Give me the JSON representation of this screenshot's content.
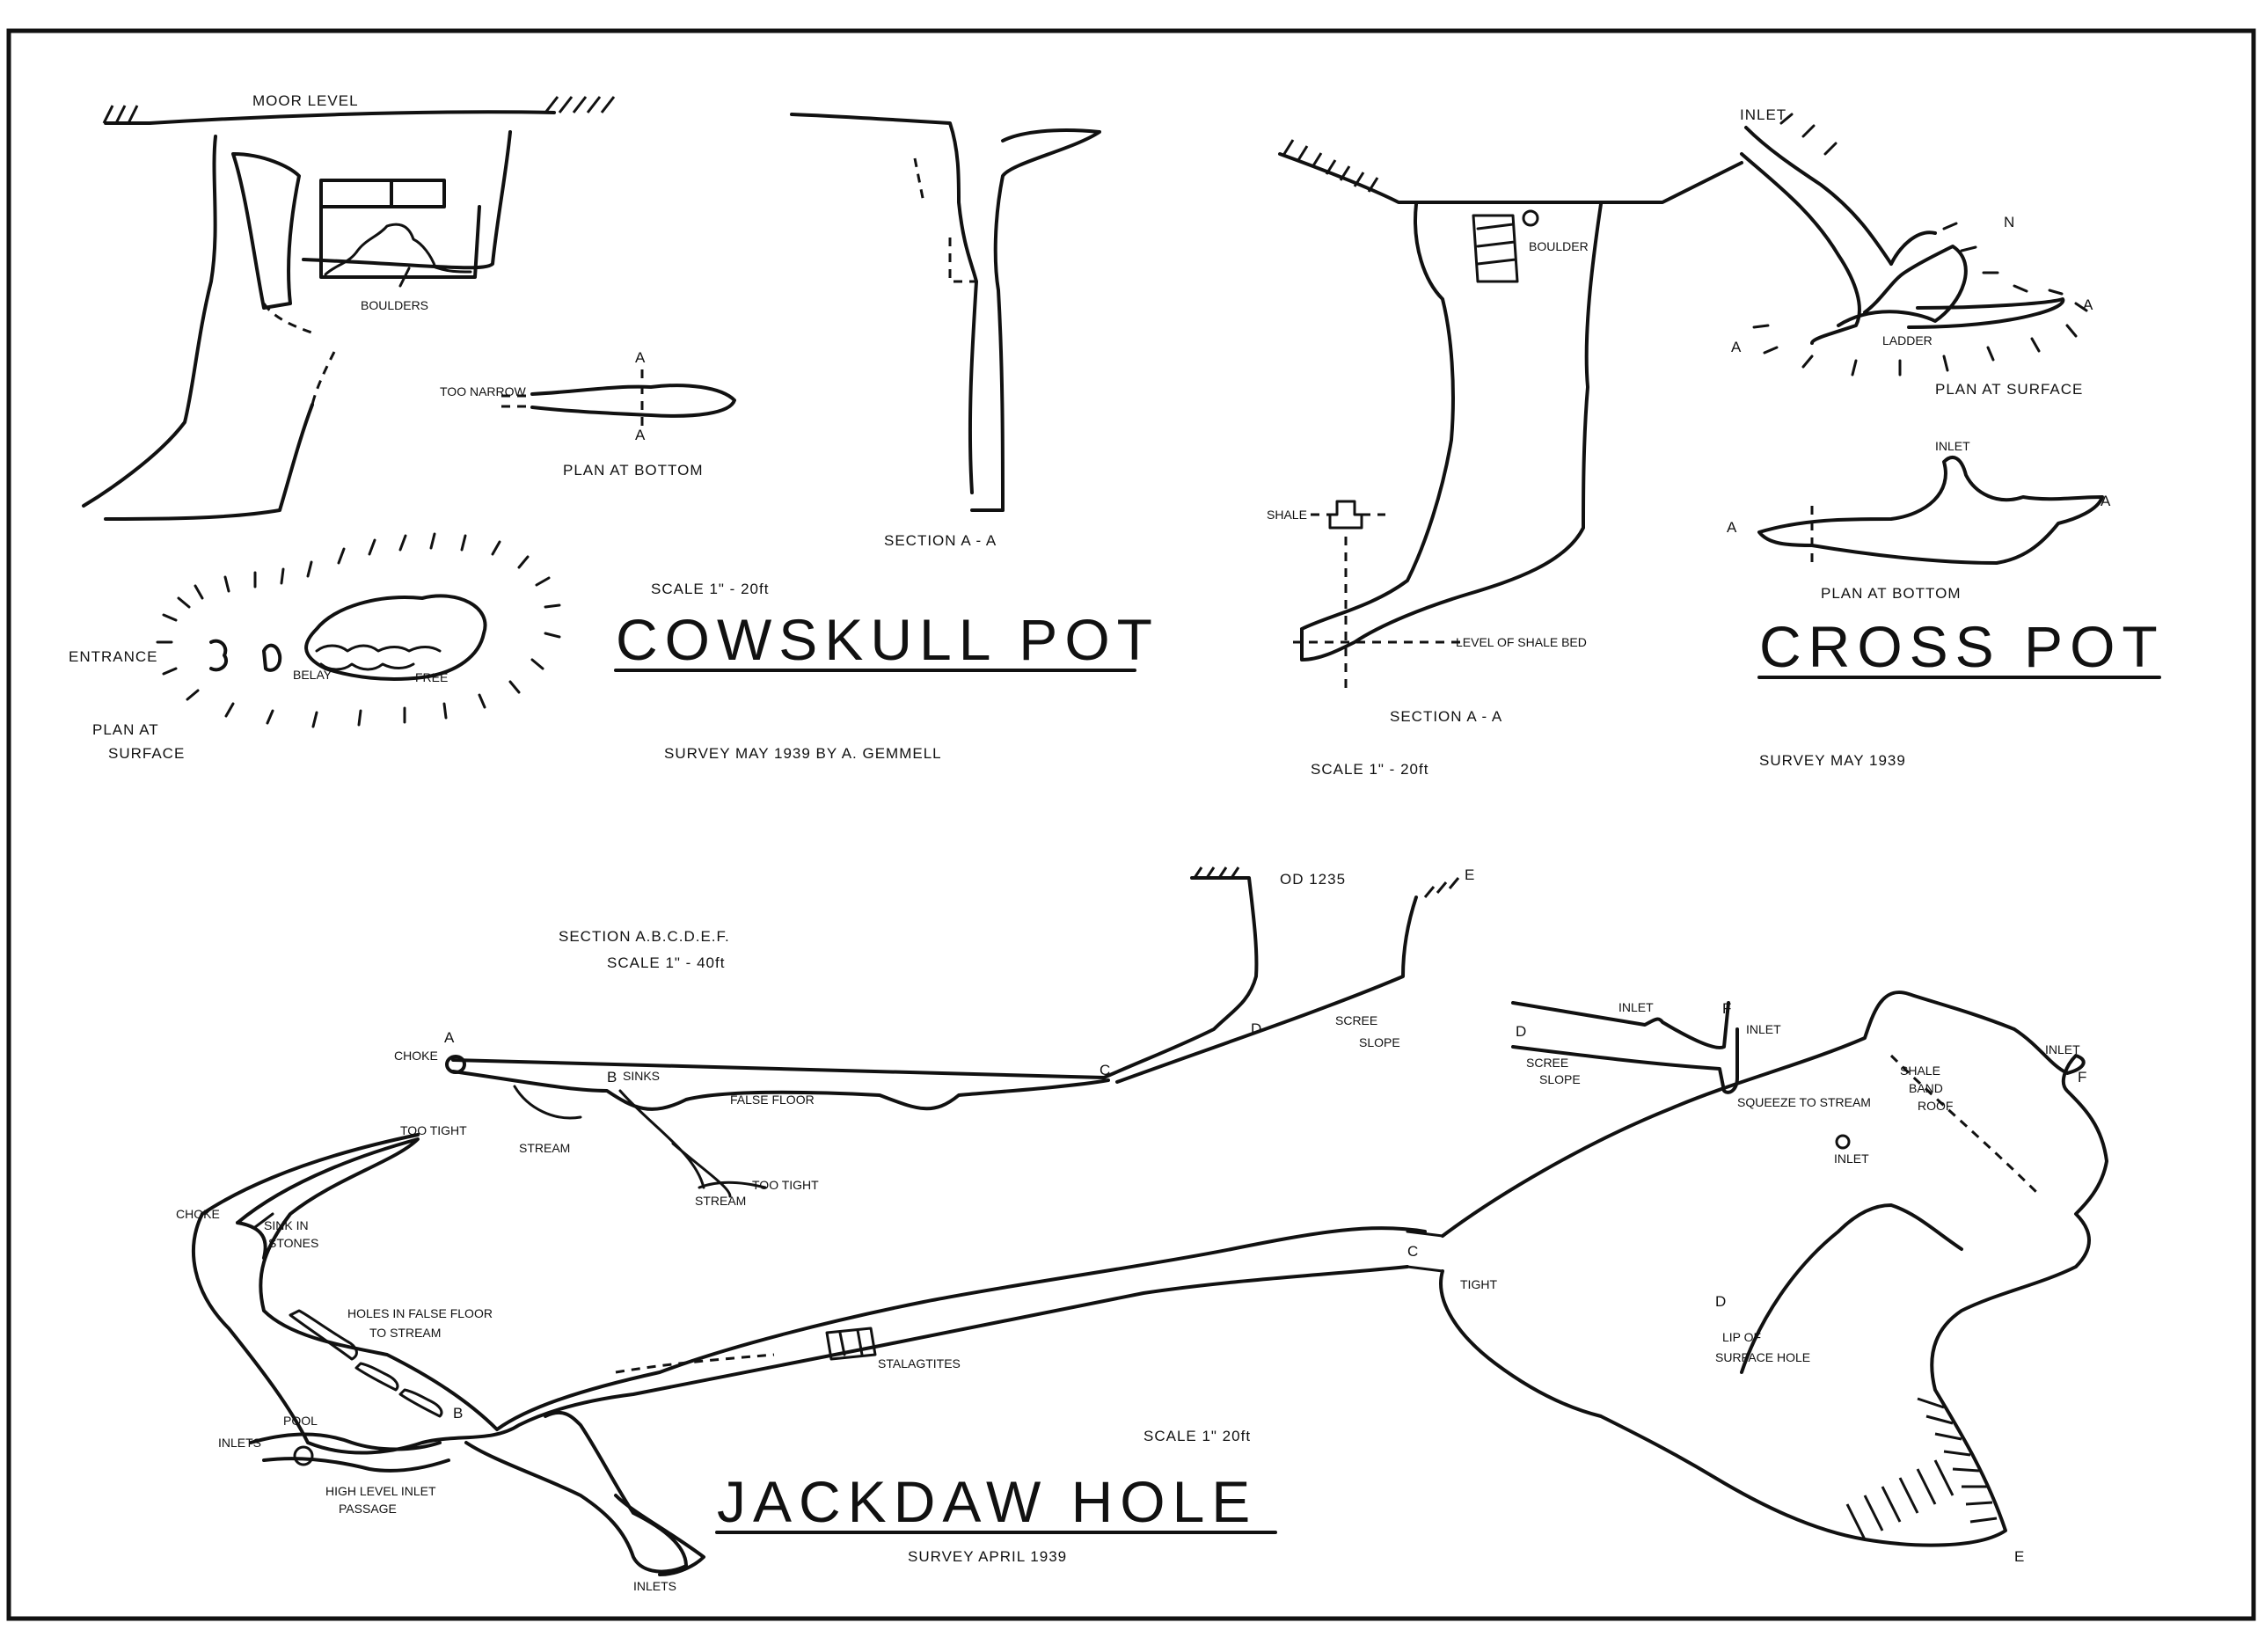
{
  "cowskull": {
    "title": "COWSKULL POT",
    "scale": "SCALE 1\" - 20ft",
    "survey": "SURVEY MAY 1939 BY A. GEMMELL",
    "moor_level": "MOOR LEVEL",
    "boulders": "BOULDERS",
    "too_narrow": "TOO NARROW",
    "plan_bottom": "PLAN AT BOTTOM",
    "section": "SECTION A - A",
    "entrance": "ENTRANCE",
    "belay": "BELAY",
    "free": "FREE",
    "plan_surface_1": "PLAN AT",
    "plan_surface_2": "SURFACE",
    "mark_a": "A"
  },
  "cross": {
    "title": "CROSS POT",
    "survey": "SURVEY MAY 1939",
    "scale": "SCALE 1\" - 20ft",
    "boulder": "BOULDER",
    "shale": "SHALE",
    "shale_bed": "LEVEL OF SHALE BED",
    "section": "SECTION A - A",
    "inlet": "INLET",
    "north": "N",
    "ladder": "LADDER",
    "plan_surface": "PLAN AT SURFACE",
    "plan_bottom": "PLAN AT BOTTOM",
    "mark_a": "A"
  },
  "jackdaw": {
    "title": "JACKDAW HOLE",
    "survey": "SURVEY APRIL 1939",
    "scale": "SCALE 1\" 20ft",
    "section_title": "SECTION A.B.C.D.E.F.",
    "section_scale": "SCALE 1\" - 40ft",
    "od": "OD 1235",
    "choke": "CHOKE",
    "sinks": "SINKS",
    "stream": "STREAM",
    "false_floor": "FALSE FLOOR",
    "too_tight": "TOO TIGHT",
    "scree_slope_1": "SCREE",
    "scree_slope_2": "SLOPE",
    "inlet": "INLET",
    "squeeze": "SQUEEZE TO STREAM",
    "sink_stones_1": "SINK IN",
    "sink_stones_2": "STONES",
    "holes_1": "HOLES IN FALSE FLOOR",
    "holes_2": "TO STREAM",
    "pool": "POOL",
    "inlets": "INLETS",
    "high_level_1": "HIGH LEVEL INLET",
    "high_level_2": "PASSAGE",
    "stalagtites": "STALAGTITES",
    "tight": "TIGHT",
    "shale_roof_1": "SHALE",
    "shale_roof_2": "BAND",
    "shale_roof_3": "ROOF",
    "lip_1": "LIP OF",
    "lip_2": "SURFACE HOLE",
    "marks": {
      "a": "A",
      "b": "B",
      "c": "C",
      "d": "D",
      "e": "E",
      "f": "F"
    }
  }
}
